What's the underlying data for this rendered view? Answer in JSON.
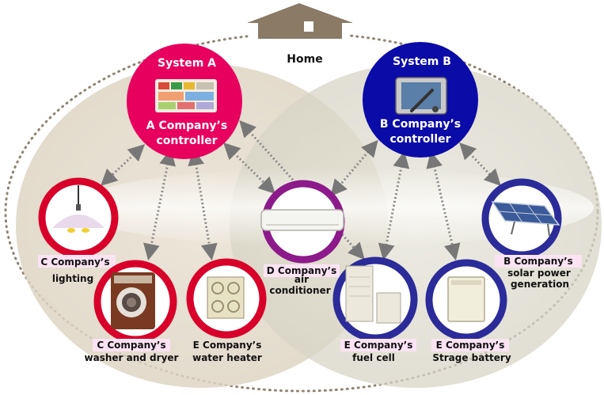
{
  "home": {
    "label": "Home",
    "icon": "house-icon"
  },
  "system_a": {
    "title": "System A",
    "controller_line1": "A Company’s",
    "controller_line2": "controller",
    "color": "#e8005f"
  },
  "system_b": {
    "title": "System B",
    "controller_line1": "B Company’s",
    "controller_line2": "controller",
    "color": "#0b0ba8"
  },
  "devices": {
    "lighting": {
      "line1": "C Company’s",
      "line2": "lighting",
      "icon": "lamp-icon"
    },
    "washer": {
      "line1": "C Company’s",
      "line2": "washer and dryer",
      "icon": "washer-icon"
    },
    "water_heater": {
      "line1": "E Company’s",
      "line2": "water heater",
      "icon": "water-heater-icon"
    },
    "air_conditioner": {
      "line1": "D Company’s",
      "line2": "air",
      "line3": "conditioner",
      "icon": "air-conditioner-icon"
    },
    "fuel_cell": {
      "line1": "E Company’s",
      "line2": "fuel cell",
      "icon": "fuel-cell-icon"
    },
    "storage_battery": {
      "line1": "E Company’s",
      "line2": "Strage battery",
      "icon": "battery-icon"
    },
    "solar": {
      "line1": "B Company’s",
      "line2": "solar power",
      "line3": "generation",
      "icon": "solar-panel-icon"
    }
  },
  "colors": {
    "ring_red": "#d8002a",
    "ring_purple": "#8c1a8a",
    "ring_blue": "#2b2b9a",
    "label_bg": "#fbe3f3",
    "zone_a": "#ede4d6",
    "zone_b": "#e4e2d6"
  }
}
